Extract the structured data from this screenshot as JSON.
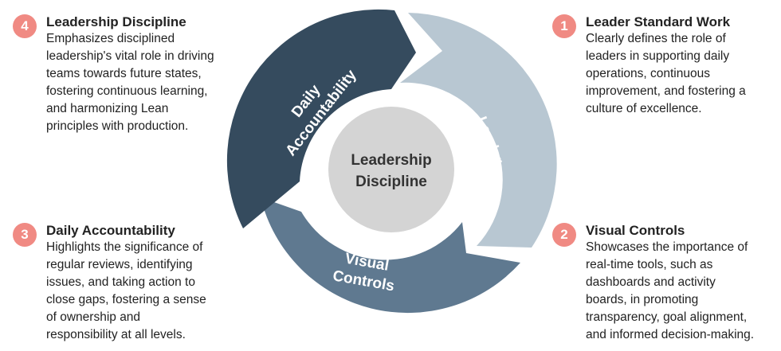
{
  "center": {
    "line1": "Leadership",
    "line2": "Discipline"
  },
  "segments": [
    {
      "line1": "Leader",
      "line2": "Standard Work",
      "color": "#b8c7d2"
    },
    {
      "line1": "Visual",
      "line2": "Controls",
      "color": "#5f7990"
    },
    {
      "line1": "Daily",
      "line2": "Accountability",
      "color": "#354b5e"
    }
  ],
  "colors": {
    "badge": "#f08a83",
    "center_fill": "#d4d4d4"
  },
  "items": [
    {
      "number": "1",
      "title": "Leader Standard Work",
      "lines": [
        "Clearly defines the role of",
        "leaders in supporting daily",
        "operations, continuous",
        "improvement, and fostering a",
        "culture of excellence."
      ]
    },
    {
      "number": "2",
      "title": "Visual Controls",
      "lines": [
        "Showcases the importance of",
        "real-time tools, such as",
        "dashboards and activity",
        "boards, in promoting",
        "transparency, goal alignment,",
        "and informed decision-making."
      ]
    },
    {
      "number": "3",
      "title": "Daily Accountability",
      "lines": [
        "Highlights the significance of",
        "regular reviews, identifying",
        "issues, and taking action to",
        "close gaps, fostering a sense",
        "of ownership and",
        "responsibility at all levels."
      ]
    },
    {
      "number": "4",
      "title": "Leadership Discipline",
      "lines": [
        "Emphasizes disciplined",
        "leadership's vital role in driving",
        "teams towards future states,",
        "fostering continuous learning,",
        "and harmonizing Lean",
        "principles with production."
      ]
    }
  ]
}
